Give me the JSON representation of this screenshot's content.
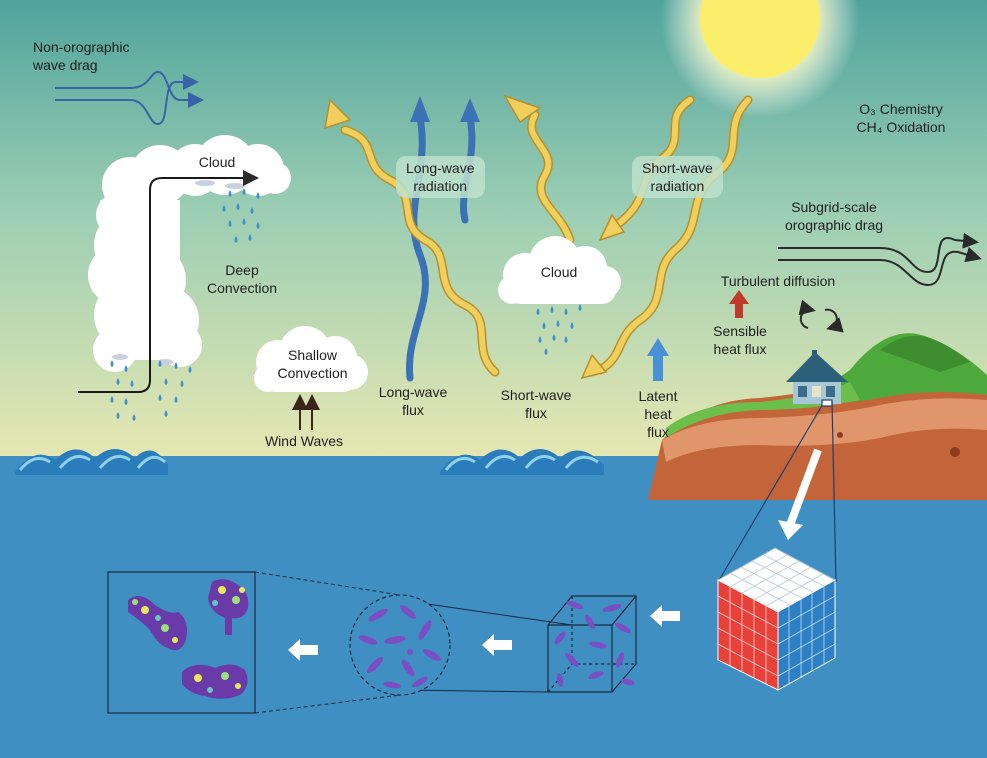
{
  "labels": {
    "non_orographic": [
      "Non-orographic",
      "wave drag"
    ],
    "cloud_left": "Cloud",
    "deep_convection": [
      "Deep",
      "Convection"
    ],
    "shallow_convection": [
      "Shallow",
      "Convection"
    ],
    "wind_waves": "Wind Waves",
    "long_wave_radiation": [
      "Long-wave",
      "radiation"
    ],
    "long_wave_flux": [
      "Long-wave",
      "flux"
    ],
    "short_wave_radiation": [
      "Short-wave",
      "radiation"
    ],
    "short_wave_flux": [
      "Short-wave",
      "flux"
    ],
    "cloud_right": "Cloud",
    "latent_heat_flux": [
      "Latent",
      "heat",
      "flux"
    ],
    "sensible_heat_flux": [
      "Sensible",
      "heat flux"
    ],
    "turbulent_diffusion": "Turbulent diffusion",
    "subgrid_drag": [
      "Subgrid-scale",
      "orographic drag"
    ],
    "o3_chemistry": "O₃ Chemistry",
    "ch4_oxidation": "CH₄ Oxidation"
  },
  "colors": {
    "sky_top": "#4fa39c",
    "sky_bottom": "#e6e7b2",
    "ocean": "#3f8fc2",
    "long_wave_arrow": "#3b72b5",
    "short_wave_arrow": "#f1cf5d",
    "sensible_arrow": "#c0392b",
    "latent_arrow": "#4a90d9",
    "cube_red": "#e8413a",
    "cube_blue": "#2f7fc4",
    "particle_purple": "#7b4fc4"
  }
}
